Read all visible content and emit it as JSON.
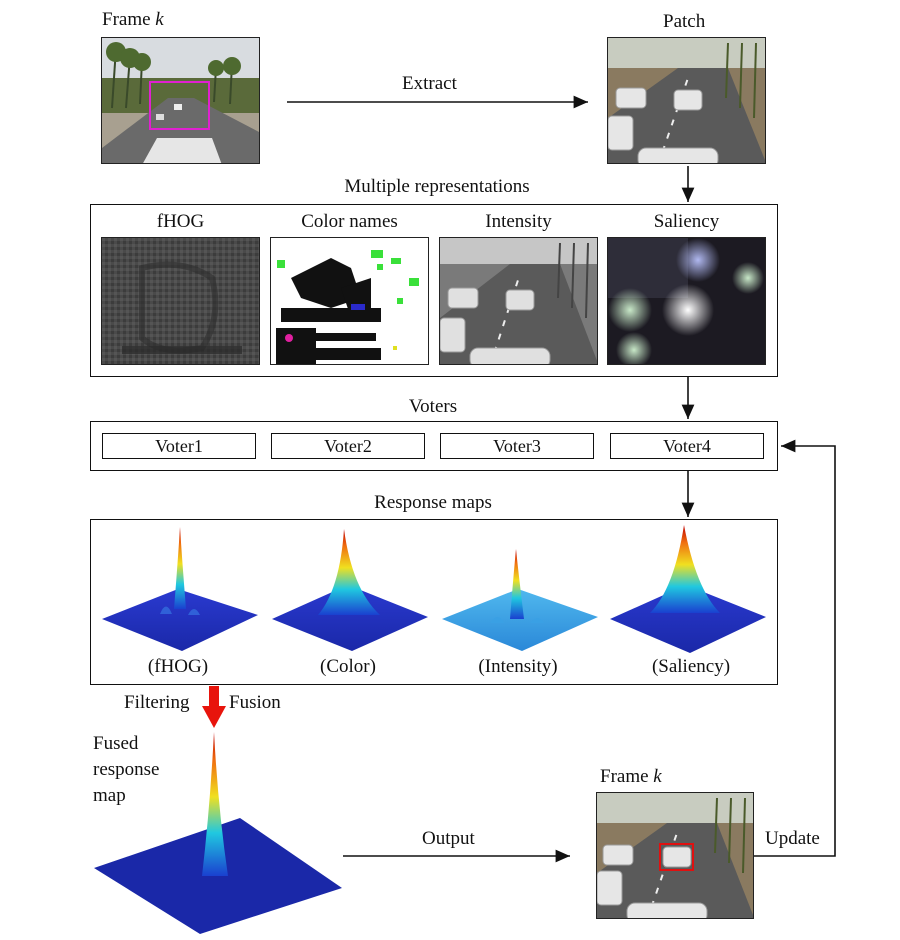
{
  "labels": {
    "frame_k_top": "Frame k",
    "patch": "Patch",
    "extract": "Extract",
    "multiple_representations": "Multiple representations",
    "voters": "Voters",
    "response_maps": "Response maps",
    "filtering": "Filtering",
    "fusion": "Fusion",
    "fused_line1": "Fused",
    "fused_line2": "response",
    "fused_line3": "map",
    "output": "Output",
    "frame_k_bottom": "Frame k",
    "update": "Update"
  },
  "representations": [
    "fHOG",
    "Color names",
    "Intensity",
    "Saliency"
  ],
  "voters": [
    "Voter1",
    "Voter2",
    "Voter3",
    "Voter4"
  ],
  "response_captions": [
    "(fHOG)",
    "(Color)",
    "(Intensity)",
    "(Saliency)"
  ],
  "colors": {
    "target_box_top": "#e020d0",
    "target_box_bottom": "#e01010",
    "fusion_arrow": "#e8140c",
    "surface_dark": "#1a2ab8",
    "surface_light": "#3aa8e8"
  }
}
